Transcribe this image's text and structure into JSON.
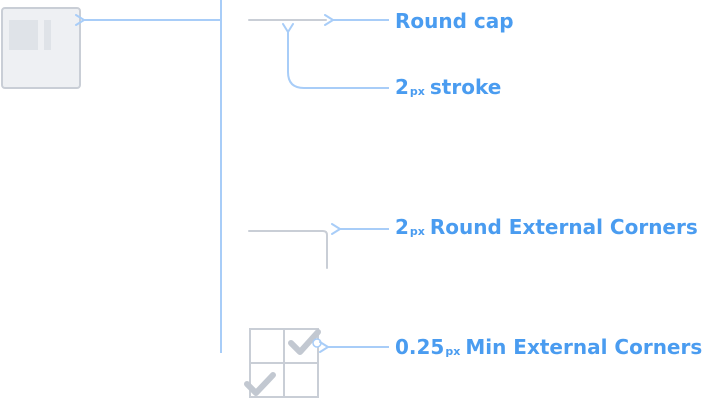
{
  "colors": {
    "accent": "#4a9cf0",
    "annotation_line": "#a8cdf8",
    "icon_stroke": "#c9ced6",
    "icon_fill": "#dfe3e8",
    "check": "#c2c8d1"
  },
  "labels": {
    "round_cap": "Round cap",
    "stroke": {
      "value": "2",
      "unit": "px",
      "text": "stroke"
    },
    "round_corners": {
      "value": "2",
      "unit": "px",
      "text": "Round External Corners"
    },
    "min_corners": {
      "value": "0.25",
      "unit": "px",
      "text": "Min External Corners"
    }
  },
  "icons": {
    "app_tile": "window-tile-icon",
    "grid_check": "grid-checkmark-icon"
  }
}
